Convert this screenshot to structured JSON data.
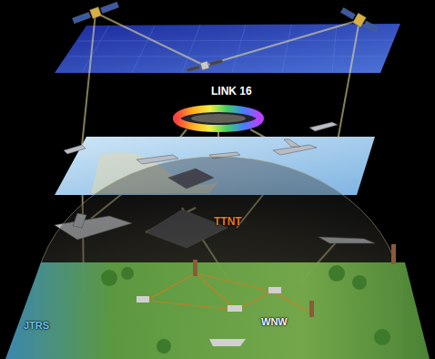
{
  "diagram": {
    "labels": [
      "LINK 16",
      "TTNT",
      "JTRS",
      "WNW"
    ]
  }
}
